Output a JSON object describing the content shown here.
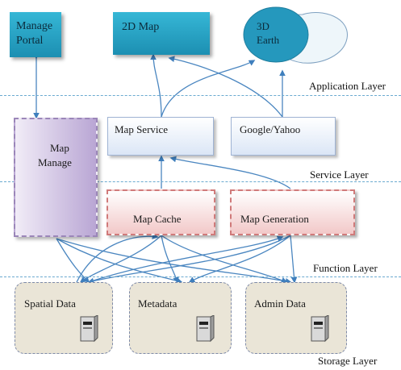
{
  "layers": {
    "application": "Application Layer",
    "service": "Service Layer",
    "function": "Function Layer",
    "storage": "Storage Layer"
  },
  "application": {
    "manage_portal": [
      "Manage",
      "Portal"
    ],
    "map_2d": "2D  Map",
    "earth_3d": [
      "3D",
      "Earth"
    ]
  },
  "services": {
    "map_service": "Map Service",
    "google_yahoo": "Google/Yahoo"
  },
  "functions": {
    "map_manage": [
      "Map",
      "Manage"
    ],
    "map_cache": "Map Cache",
    "map_generation": "Map Generation"
  },
  "storage": {
    "spatial": "Spatial Data",
    "metadata": "Metadata",
    "admin": "Admin Data"
  },
  "icons": {
    "server": "server-icon"
  },
  "colors": {
    "app_teal": "#2aa6c8",
    "service_blue": "#dbe6f6",
    "function_pink": "#f2c8c8",
    "manage_purple": "#b9a6d4",
    "storage_beige": "#eae5d7",
    "arrow": "#4a86c0"
  }
}
